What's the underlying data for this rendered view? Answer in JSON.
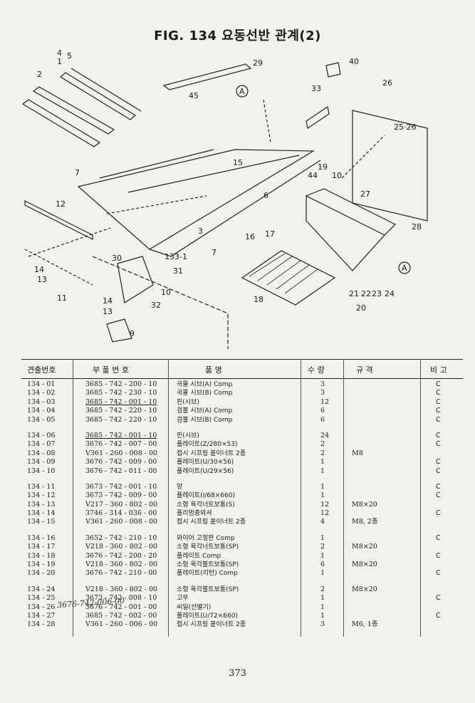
{
  "title": "FIG. 134 요동선반 관계(2)",
  "callouts": [
    "1",
    "2",
    "4",
    "5",
    "29",
    "45",
    "A",
    "33",
    "40",
    "26",
    "25·26",
    "7",
    "15",
    "19",
    "44",
    "10",
    "12",
    "3",
    "6",
    "27",
    "28",
    "16",
    "17",
    "7",
    "133-1",
    "30",
    "31",
    "14",
    "13",
    "11",
    "14",
    "13",
    "10",
    "32",
    "9",
    "18",
    "21",
    "22",
    "23",
    "24",
    "20",
    "A"
  ],
  "columns": {
    "no": "견출번호",
    "part": "부 품 번 호",
    "name": "품          명",
    "qty": "수 량",
    "spec": "규      격",
    "remark": "비  고"
  },
  "rows": [
    {
      "no": "134 - 01",
      "part": "3685 - 742 - 200 - 10",
      "name": "곡물 시브(A) Comp",
      "qty": "3",
      "spec": "",
      "remark": "C"
    },
    {
      "no": "134 - 02",
      "part": "3685 - 742 - 230 - 10",
      "name": "곡물 시브(B) Comp",
      "qty": "3",
      "spec": "",
      "remark": "C"
    },
    {
      "no": "134 - 03",
      "part": "3685 - 742 - 001 - 10",
      "name": "핀(시브)",
      "qty": "12",
      "spec": "",
      "remark": "C"
    },
    {
      "no": "134 - 04",
      "part": "3685 - 742 - 220 - 10",
      "name": "검불 시브(A) Comp",
      "qty": "6",
      "spec": "",
      "remark": "C"
    },
    {
      "no": "134 - 05",
      "part": "3685 - 742 - 220 - 10",
      "name": "검불 시브(B) Comp",
      "qty": "6",
      "spec": "",
      "remark": "C"
    },
    {
      "no": "134 - 06",
      "part": "3685 - 742 - 001 - 10",
      "name": "핀(시브)",
      "qty": "24",
      "spec": "",
      "remark": "C"
    },
    {
      "no": "134 - 07",
      "part": "3676 - 742 - 007 - 00",
      "name": "플레이트(Z/280×53)",
      "qty": "2",
      "spec": "",
      "remark": "C"
    },
    {
      "no": "134 - 08",
      "part": "V361 - 260 - 008 - 00",
      "name": "접시 시프링 붙이너트 2종",
      "qty": "2",
      "spec": "M8",
      "remark": ""
    },
    {
      "no": "134 - 09",
      "part": "3676 - 742 - 009 - 00",
      "name": "플레이트(U/30×56)",
      "qty": "1",
      "spec": "",
      "remark": "C"
    },
    {
      "no": "134 - 10",
      "part": "3676 - 742 - 011 - 00",
      "name": "플레이트(U/29×56)",
      "qty": "1",
      "spec": "",
      "remark": "C"
    },
    {
      "no": "134 - 11",
      "part": "3673 - 742 - 001 - 10",
      "name": "망",
      "qty": "1",
      "spec": "",
      "remark": "C"
    },
    {
      "no": "134 - 12",
      "part": "3673 - 742 - 009 - 00",
      "name": "플레이트(I/68×660)",
      "qty": "1",
      "spec": "",
      "remark": "C"
    },
    {
      "no": "134 - 13",
      "part": "V217 - 360 - 802 - 00",
      "name": "소형 육각너트보통(S)",
      "qty": "12",
      "spec": "M8×20",
      "remark": ""
    },
    {
      "no": "134 - 14",
      "part": "3746 - 314 - 036 - 00",
      "name": "플리멍충와셔",
      "qty": "12",
      "spec": "",
      "remark": "C"
    },
    {
      "no": "134 - 15",
      "part": "V361 - 260 - 008 - 00",
      "name": "접시 시프링 붙이너트 2종",
      "qty": "4",
      "spec": "M8, 2종",
      "remark": ""
    },
    {
      "no": "134 - 16",
      "part": "3652 - 742 - 210 - 10",
      "name": "와이어 고정판 Comp",
      "qty": "1",
      "spec": "",
      "remark": "C"
    },
    {
      "no": "134 - 17",
      "part": "V218 - 360 - 802 - 00",
      "name": "소형 육각너트보통(SP)",
      "qty": "2",
      "spec": "M8×20",
      "remark": ""
    },
    {
      "no": "134 - 18",
      "part": "3676 - 742 - 200 - 20",
      "name": "플레이트 Comp",
      "qty": "1",
      "spec": "",
      "remark": "C"
    },
    {
      "no": "134 - 19",
      "part": "V218 - 360 - 802 - 00",
      "name": "소형 육각볼트보통(SP)",
      "qty": "6",
      "spec": "M8×20",
      "remark": ""
    },
    {
      "no": "134 - 20",
      "part": "3676 - 742 - 210 - 00",
      "name": "플레이트(리턴) Comp",
      "qty": "1",
      "spec": "",
      "remark": "C"
    },
    {
      "no": "134 - 24",
      "part": "V218 - 360 - 802 - 00",
      "name": "소형 육각볼트보통(SP)",
      "qty": "2",
      "spec": "M8×20",
      "remark": ""
    },
    {
      "no": "134 - 25",
      "part": "3673 - 742 - 008 - 10",
      "name": "고무",
      "qty": "1",
      "spec": "",
      "remark": "C"
    },
    {
      "no": "134 - 26",
      "part": "3676 - 742 - 001 - 00",
      "name": "씨일(선별기)",
      "qty": "1",
      "spec": "",
      "remark": ""
    },
    {
      "no": "134 - 27",
      "part": "3685 - 742 - 002 - 00",
      "name": "플레이트(U/72×660)",
      "qty": "1",
      "spec": "",
      "remark": "C"
    },
    {
      "no": "134 - 28",
      "part": "V361 - 260 - 006 - 00",
      "name": "접시 시프링 붙이너트 2종",
      "qty": "3",
      "spec": "M6, 1종",
      "remark": ""
    }
  ],
  "handwritten_note": "3676-742-006-00",
  "page_number": "373"
}
